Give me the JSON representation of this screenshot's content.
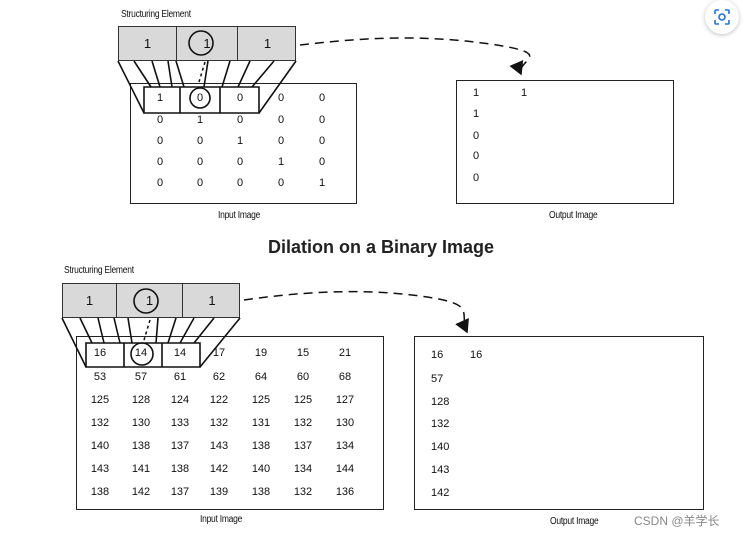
{
  "title": "Dilation on a Binary Image",
  "top": {
    "se_label": "Structuring Element",
    "se_values": [
      "1",
      "1",
      "1"
    ],
    "input_label": "Input Image",
    "output_label": "Output Image",
    "input_rows": [
      [
        "1",
        "0",
        "0",
        "0",
        "0"
      ],
      [
        "0",
        "1",
        "0",
        "0",
        "0"
      ],
      [
        "0",
        "0",
        "1",
        "0",
        "0"
      ],
      [
        "0",
        "0",
        "0",
        "1",
        "0"
      ],
      [
        "0",
        "0",
        "0",
        "0",
        "1"
      ]
    ],
    "output_first_row": [
      "1",
      "1"
    ],
    "output_first_col": [
      "1",
      "0",
      "0",
      "0"
    ]
  },
  "bottom": {
    "se_label": "Structuring Element",
    "se_values": [
      "1",
      "1",
      "1"
    ],
    "input_label": "Input Image",
    "output_label": "Output Image",
    "input_rows": [
      [
        "16",
        "14",
        "14",
        "17",
        "19",
        "15",
        "21"
      ],
      [
        "53",
        "57",
        "61",
        "62",
        "64",
        "60",
        "68"
      ],
      [
        "125",
        "128",
        "124",
        "122",
        "125",
        "125",
        "127"
      ],
      [
        "132",
        "130",
        "133",
        "132",
        "131",
        "132",
        "130"
      ],
      [
        "140",
        "138",
        "137",
        "143",
        "138",
        "137",
        "134"
      ],
      [
        "143",
        "141",
        "138",
        "142",
        "140",
        "134",
        "144"
      ],
      [
        "138",
        "142",
        "137",
        "139",
        "138",
        "132",
        "136"
      ]
    ],
    "output_first_row": [
      "16",
      "16"
    ],
    "output_first_col": [
      "57",
      "128",
      "132",
      "140",
      "143",
      "142"
    ]
  },
  "watermark": "CSDN @羊学长",
  "icons": {
    "lens": "lens-icon"
  }
}
